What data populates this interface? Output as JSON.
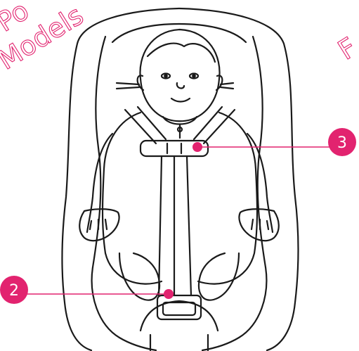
{
  "colors": {
    "accent": "#e2236f",
    "line": "#1a1a1a",
    "background": "#ffffff"
  },
  "watermark": {
    "line1": "Po",
    "line2": "Models",
    "fragment": "F"
  },
  "callouts": [
    {
      "id": "3",
      "label": "3"
    },
    {
      "id": "2",
      "label": "2"
    }
  ]
}
